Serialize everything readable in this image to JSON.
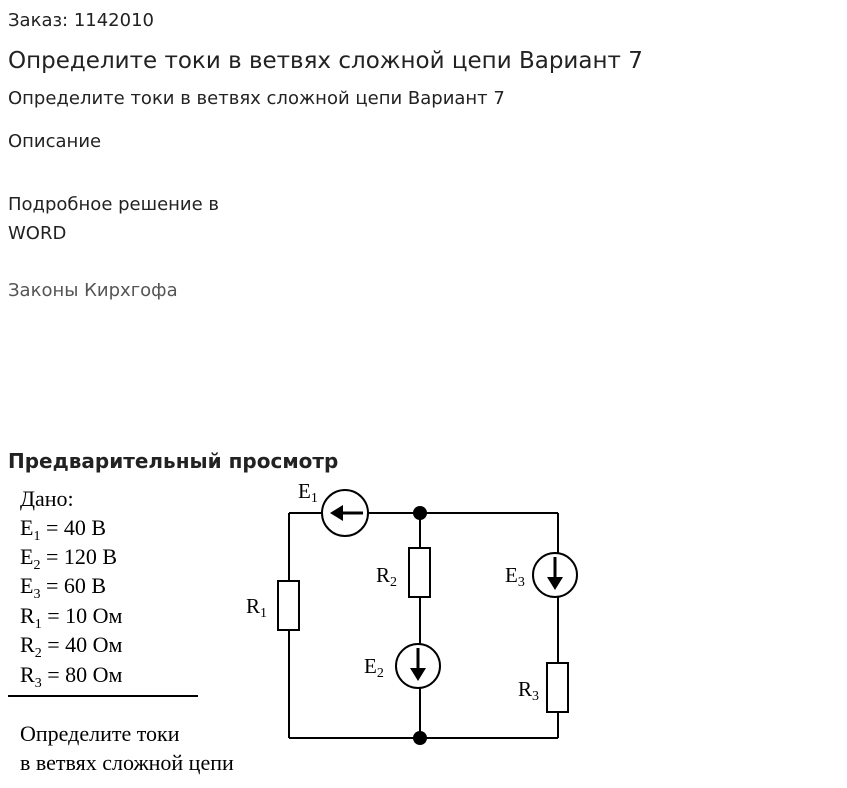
{
  "order_label": "Заказ: 1142010",
  "title": "Определите токи в ветвях сложной цепи Вариант 7",
  "subtitle": "Определите токи в ветвях сложной цепи Вариант 7",
  "description_heading": "Описание",
  "solution_line1": "Подробное решение в",
  "solution_line2": "WORD",
  "law_text": "Законы Кирхгофа",
  "preview_heading": "Предварительный просмотр",
  "given": {
    "heading": "Дано:",
    "items": [
      {
        "sym": "E",
        "sub": "1",
        "val": " = 40 В"
      },
      {
        "sym": "E",
        "sub": "2",
        "val": " = 120 В"
      },
      {
        "sym": "E",
        "sub": "3",
        "val": " = 60 В"
      },
      {
        "sym": "R",
        "sub": "1",
        "val": " = 10 Ом"
      },
      {
        "sym": "R",
        "sub": "2",
        "val": " = 40 Ом"
      },
      {
        "sym": "R",
        "sub": "3",
        "val": " = 80 Ом"
      }
    ],
    "task_line1": "Определите токи",
    "task_line2": "в ветвях сложной цепи"
  },
  "circuit_labels": {
    "E1": {
      "sym": "E",
      "sub": "1"
    },
    "E2": {
      "sym": "E",
      "sub": "2"
    },
    "E3": {
      "sym": "E",
      "sub": "3"
    },
    "R1": {
      "sym": "R",
      "sub": "1"
    },
    "R2": {
      "sym": "R",
      "sub": "2"
    },
    "R3": {
      "sym": "R",
      "sub": "3"
    }
  }
}
